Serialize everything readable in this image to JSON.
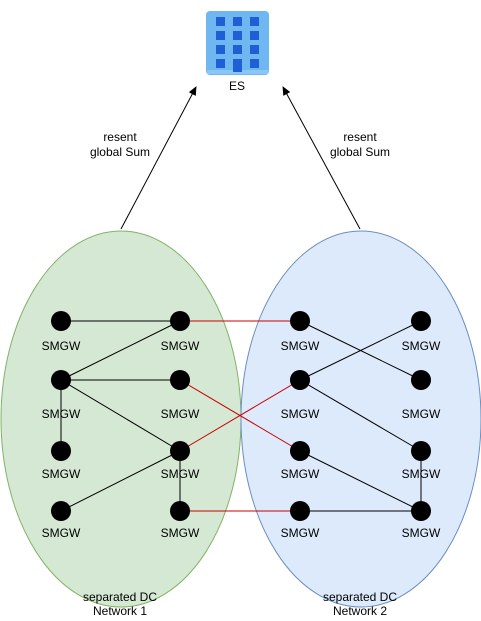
{
  "server": {
    "label": "ES",
    "icon": "building-icon",
    "color": "#6fb7f0"
  },
  "arrows": {
    "left_label": [
      "resent",
      "global Sum"
    ],
    "right_label": [
      "resent",
      "global Sum"
    ]
  },
  "networks": {
    "network1": {
      "label": [
        "separated DC",
        "Network 1"
      ],
      "fill": "#d5e8d4",
      "stroke": "#82b366"
    },
    "network2": {
      "label": [
        "separated DC",
        "Network 2"
      ],
      "fill": "#dae8fc",
      "stroke": "#6c8ebf"
    }
  },
  "node_label": "SMGW",
  "colors": {
    "intra_edge": "#000000",
    "inter_edge": "#cc0000",
    "node": "#000000"
  }
}
